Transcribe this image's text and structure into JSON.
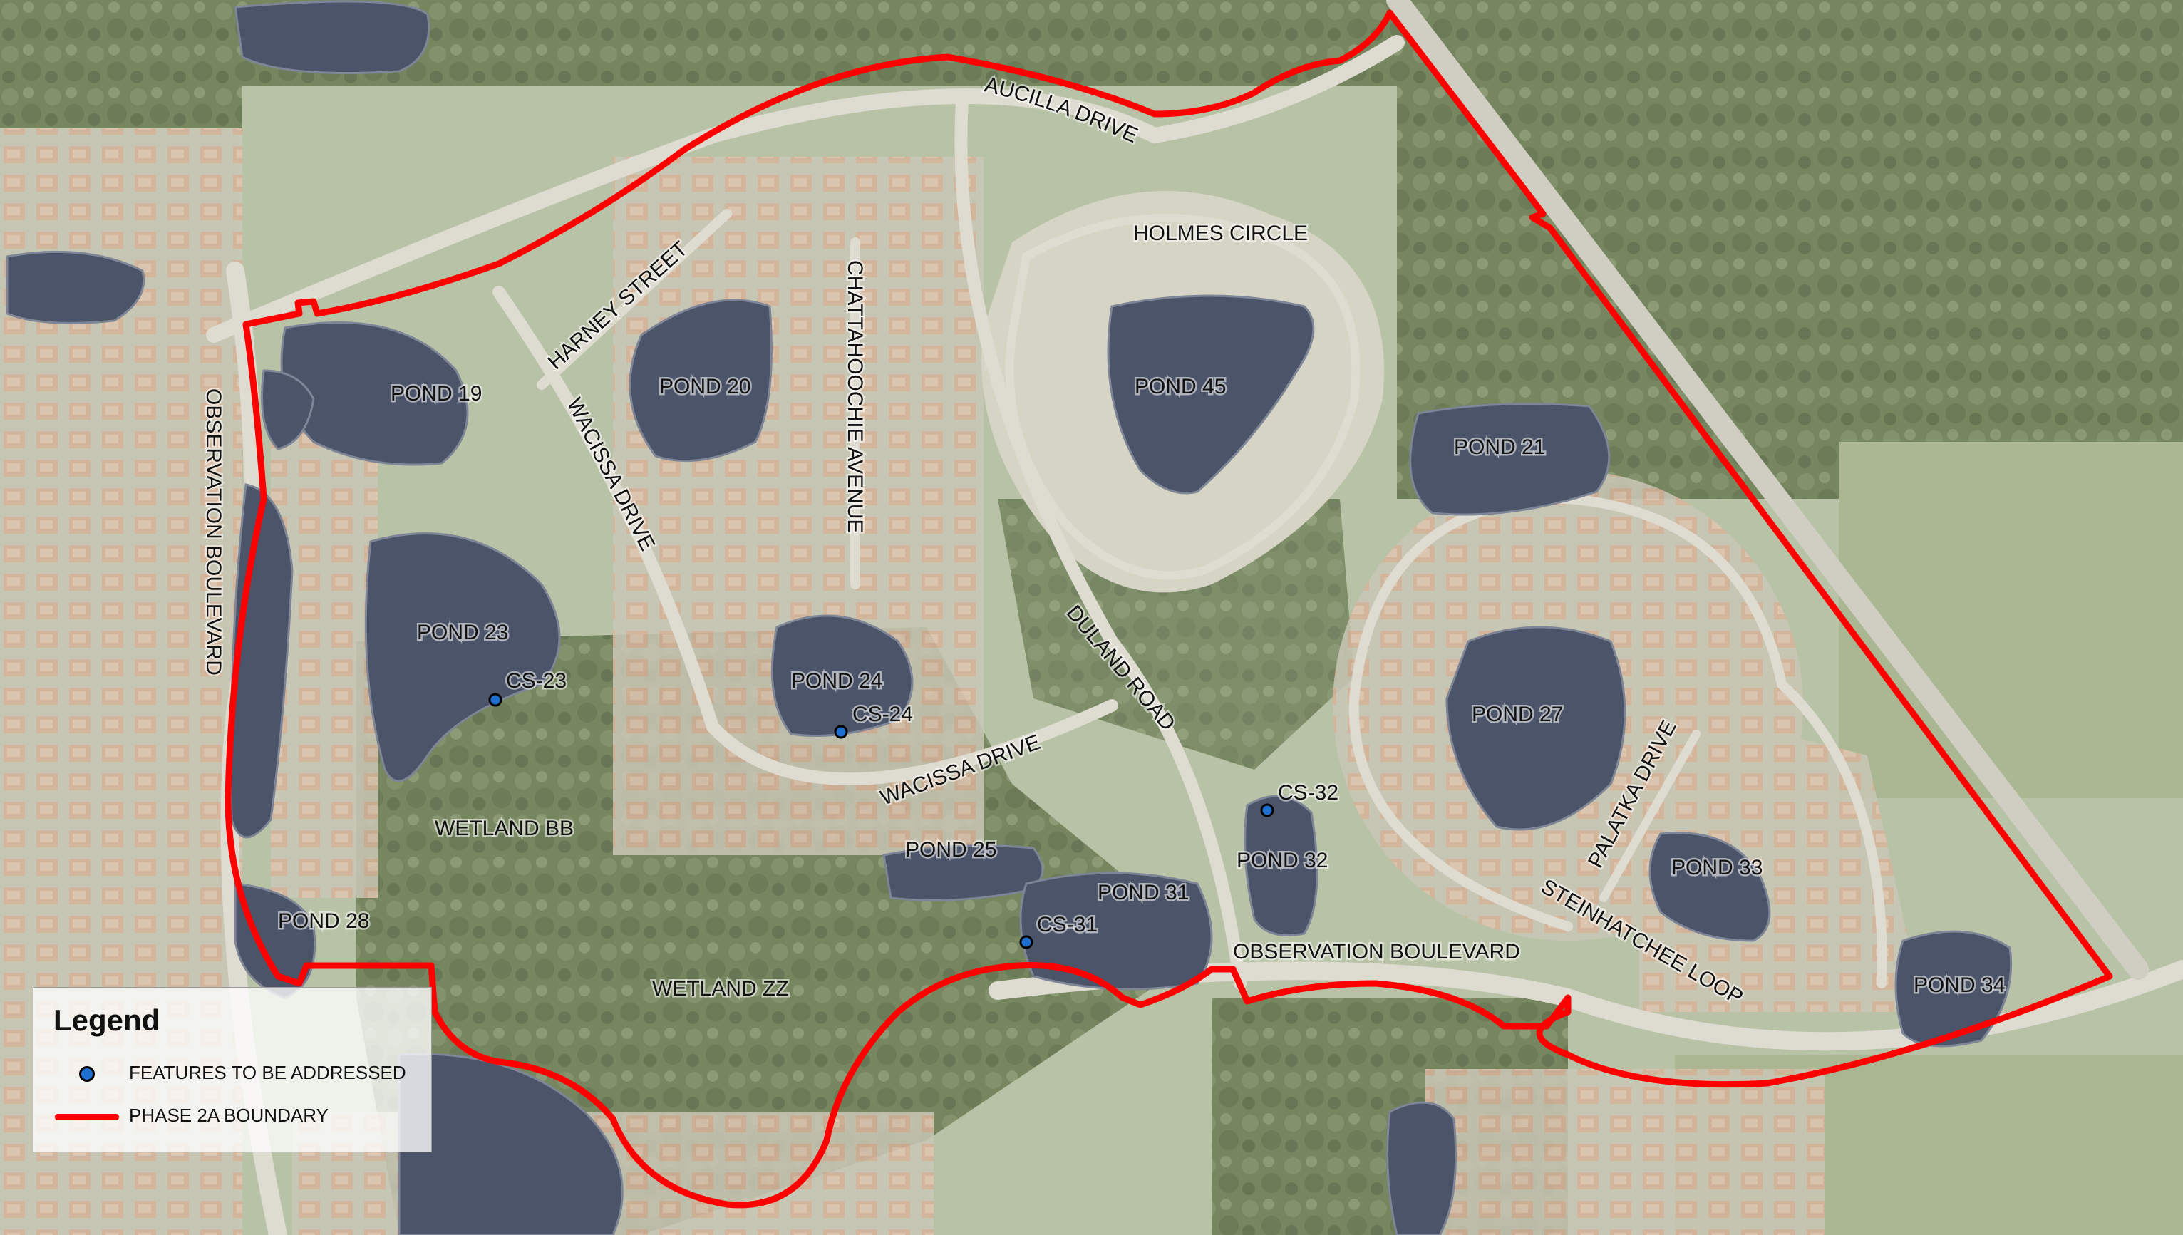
{
  "map": {
    "colors": {
      "boundary": "#ff0000",
      "feature_dot": "#1f6fd1",
      "water": "#4b5468",
      "vegetation": "#6f8058",
      "road": "#d9d9cf",
      "roof": "#d6a98c"
    },
    "streets": {
      "aucilla": "AUCILLA DRIVE",
      "harney": "HARNEY STREET",
      "chattahoochie": "CHATTAHOOCHIE AVENUE",
      "holmes": "HOLMES CIRCLE",
      "observation_v": "OBSERVATION BOULEVARD",
      "wacissa_n": "WACISSA DRIVE",
      "wacissa_s": "WACISSA DRIVE",
      "duland": "DULAND ROAD",
      "observation_h": "OBSERVATION BOULEVARD",
      "palatka": "PALATKA DRIVE",
      "steinhatchee": "STEINHATCHEE LOOP"
    },
    "ponds": {
      "p19": "POND 19",
      "p20": "POND 20",
      "p45": "POND 45",
      "p21": "POND 21",
      "p23": "POND 23",
      "p24": "POND 24",
      "p27": "POND 27",
      "p25": "POND 25",
      "p31": "POND 31",
      "p32": "POND 32",
      "p33": "POND 33",
      "p28": "POND 28",
      "p34": "POND 34"
    },
    "wetlands": {
      "bb": "WETLAND BB",
      "zz": "WETLAND ZZ"
    },
    "features": {
      "cs23": "CS-23",
      "cs24": "CS-24",
      "cs32": "CS-32",
      "cs31": "CS-31"
    }
  },
  "legend": {
    "title": "Legend",
    "items": [
      {
        "label": "FEATURES TO BE ADDRESSED",
        "symbol": "feature-dot"
      },
      {
        "label": "PHASE 2A BOUNDARY",
        "symbol": "boundary-line"
      }
    ]
  }
}
